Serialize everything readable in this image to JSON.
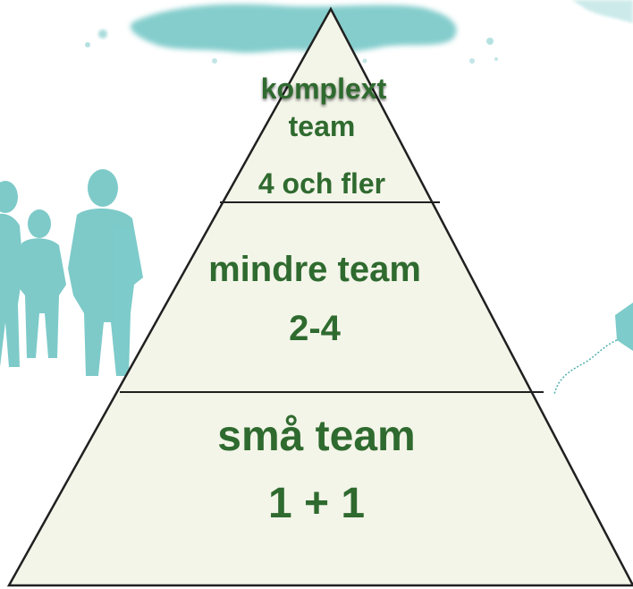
{
  "colors": {
    "text": "#2f6a2f",
    "triangle_fill": "#f3f5e9",
    "triangle_stroke": "#202020",
    "decor": "#6fc5c4"
  },
  "pyramid": {
    "top": {
      "title_line1": "komplext",
      "title_line2": "team",
      "count": "4 och fler"
    },
    "middle": {
      "title": "mindre team",
      "count": "2-4"
    },
    "bottom": {
      "title": "små team",
      "count": "1 + 1"
    }
  }
}
